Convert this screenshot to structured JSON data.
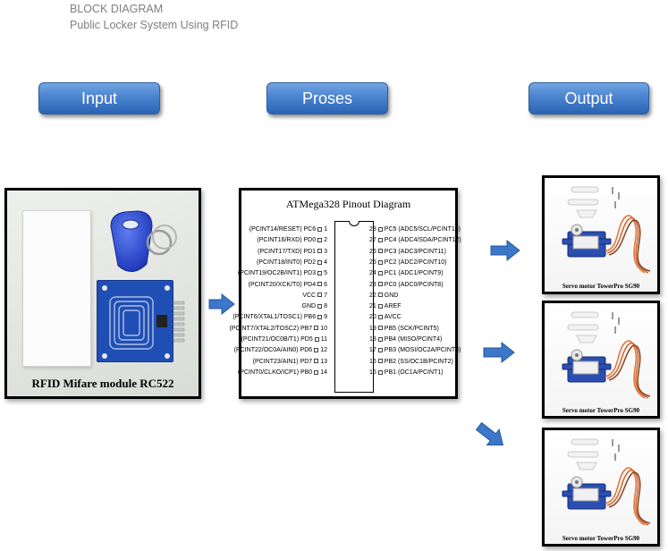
{
  "titles": {
    "line1": "BLOCK DIAGRAM",
    "line2": "Public Locker System Using RFID"
  },
  "headers": {
    "input": "Input",
    "proses": "Proses",
    "output": "Output"
  },
  "input_panel": {
    "label": "RFID Mifare module RC522"
  },
  "process_panel": {
    "title": "ATMega328 Pinout Diagram",
    "left_pins": [
      {
        "name": "(PCINT14/RESET) PC6",
        "num": "1"
      },
      {
        "name": "(PCINT16/RXD) PD0",
        "num": "2"
      },
      {
        "name": "(PCINT17/TXD) PD1",
        "num": "3"
      },
      {
        "name": "(PCINT18/INT0) PD2",
        "num": "4"
      },
      {
        "name": "(PCINT19/OC2B/INT1) PD3",
        "num": "5"
      },
      {
        "name": "(PCINT20/XCK/T0) PD4",
        "num": "6"
      },
      {
        "name": "VCC",
        "num": "7"
      },
      {
        "name": "GND",
        "num": "8"
      },
      {
        "name": "(PCINT6/XTAL1/TOSC1) PB6",
        "num": "9"
      },
      {
        "name": "(PCINT7/XTAL2/TOSC2) PB7",
        "num": "10"
      },
      {
        "name": "(PCINT21/OC0B/T1) PD5",
        "num": "11"
      },
      {
        "name": "(PCINT22/OC0A/AIN0) PD6",
        "num": "12"
      },
      {
        "name": "(PCINT23/AIN1) PD7",
        "num": "13"
      },
      {
        "name": "(PCINT0/CLKO/ICP1) PB0",
        "num": "14"
      }
    ],
    "right_pins": [
      {
        "num": "28",
        "name": "PC5 (ADC5/SCL/PCINT13)"
      },
      {
        "num": "27",
        "name": "PC4 (ADC4/SDA/PCINT12)"
      },
      {
        "num": "26",
        "name": "PC3 (ADC3/PCINT11)"
      },
      {
        "num": "25",
        "name": "PC2 (ADC2/PCINT10)"
      },
      {
        "num": "24",
        "name": "PC1 (ADC1/PCINT9)"
      },
      {
        "num": "23",
        "name": "PC0 (ADC0/PCINT8)"
      },
      {
        "num": "22",
        "name": "GND"
      },
      {
        "num": "21",
        "name": "AREF"
      },
      {
        "num": "20",
        "name": "AVCC"
      },
      {
        "num": "19",
        "name": "PB5 (SCK/PCINT5)"
      },
      {
        "num": "18",
        "name": "PB4 (MISO/PCINT4)"
      },
      {
        "num": "17",
        "name": "PB3 (MOSI/OC2A/PCINT3)"
      },
      {
        "num": "16",
        "name": "PB2 (SS/OC1B/PCINT2)"
      },
      {
        "num": "15",
        "name": "PB1 (OC1A/PCINT1)"
      }
    ]
  },
  "output_panels": [
    {
      "label": "Servo motor TowerPro SG90"
    },
    {
      "label": "Servo motor TowerPro SG90"
    },
    {
      "label": "Servo motor TowerPro SG90"
    }
  ],
  "colors": {
    "header_blue": "#4a83cf",
    "arrow_blue": "#3d77c8",
    "rfid_board": "#1f4fb4",
    "servo_body": "#2a4fb0",
    "servo_wire": "#e07840"
  }
}
